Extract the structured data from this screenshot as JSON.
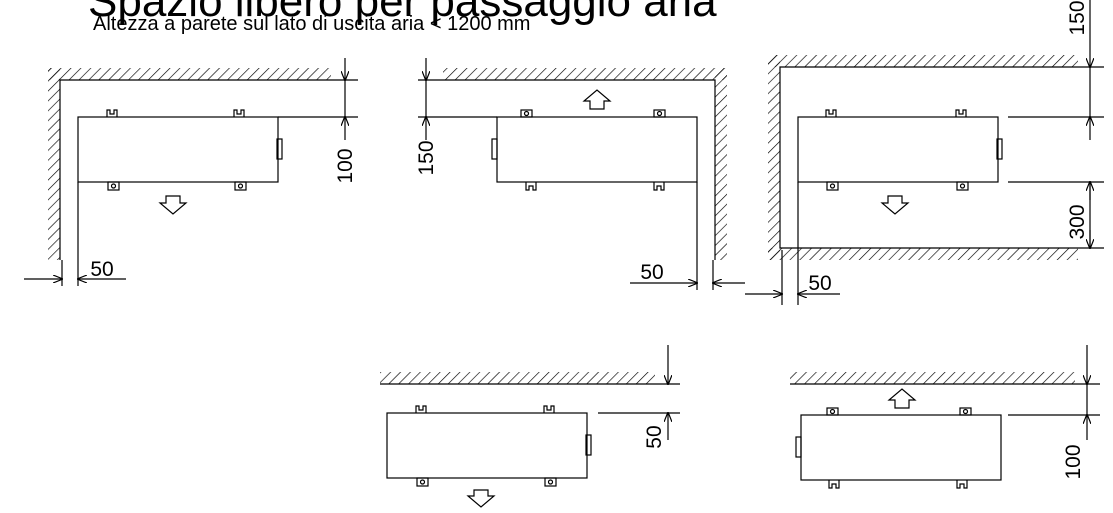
{
  "header": {
    "title": "Spazio libero per passaggio aria",
    "subtitle": "Altezza a parete sul lato di uscita aria < 1200 mm"
  },
  "dimensions": {
    "d1_wall_top": "100",
    "d1_wall_side": "50",
    "d2_wall_top": "150",
    "d2_wall_side": "50",
    "d3_top": "150",
    "d3_bottom": "300",
    "d3_side": "50",
    "d4_top": "50",
    "d5_top": "100"
  },
  "icons": {
    "arrow_up": "arrow-up-outline-icon",
    "arrow_down": "arrow-down-outline-icon",
    "wall_hatch": "diagonal-hatch"
  }
}
